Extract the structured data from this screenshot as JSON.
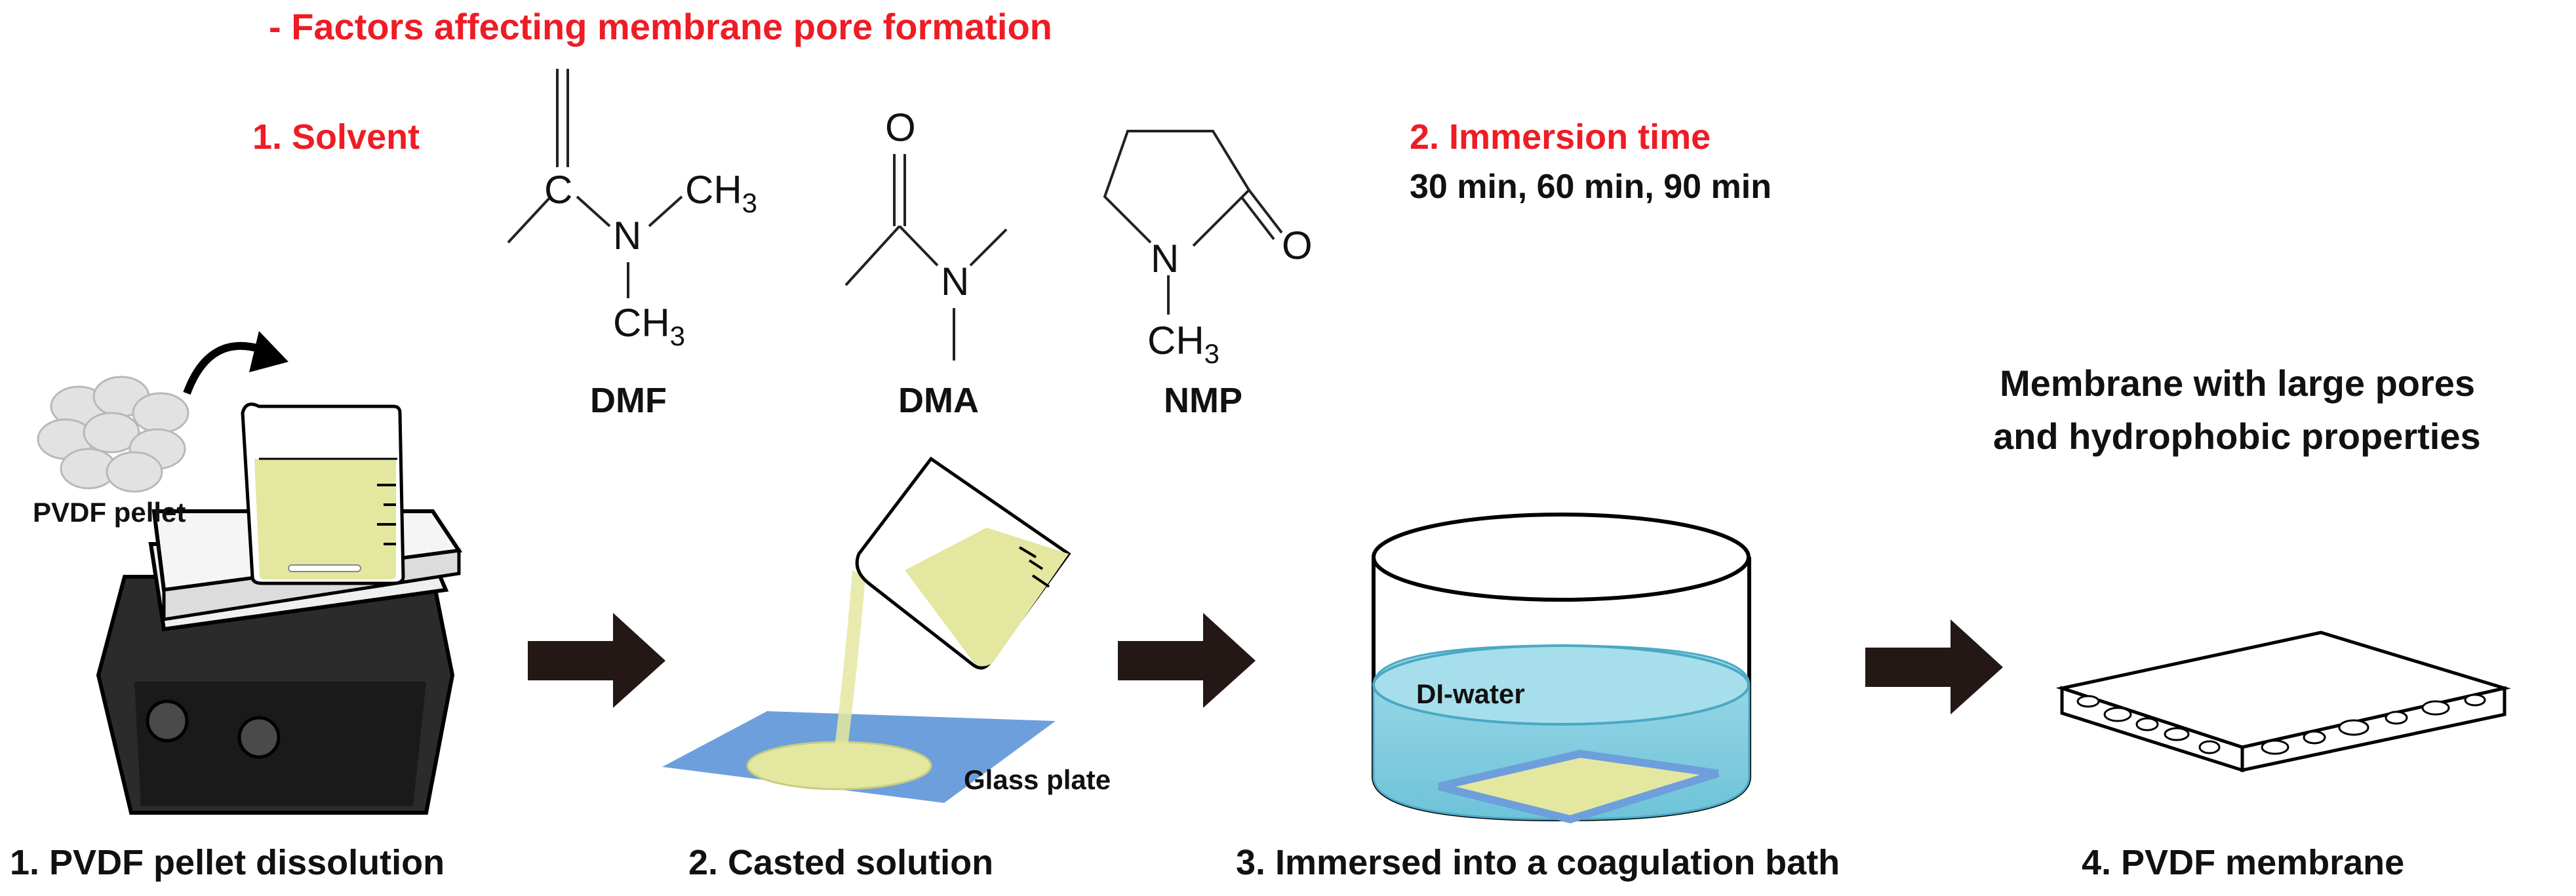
{
  "header": {
    "title": "- Factors affecting membrane pore formation"
  },
  "factors": {
    "solvent_label": "1. Solvent",
    "immersion_label": "2. Immersion time",
    "immersion_values": "30 min, 60 min, 90 min"
  },
  "molecules": {
    "dmf": "DMF",
    "dma": "DMA",
    "nmp": "NMP",
    "atom_c": "C",
    "atom_n": "N",
    "atom_o": "O",
    "group_ch3": "CH",
    "sub_3": "3"
  },
  "labels": {
    "pellet": "PVDF pellet",
    "glass_plate": "Glass plate",
    "di_water": "DI-water",
    "result_line1": "Membrane with large pores",
    "result_line2": "and hydrophobic properties"
  },
  "steps": [
    {
      "label": "1. PVDF pellet dissolution"
    },
    {
      "label": "2. Casted solution"
    },
    {
      "label": "3. Immersed into a coagulation bath"
    },
    {
      "label": "4. PVDF membrane"
    }
  ],
  "colors": {
    "accent_red": "#ee1c25",
    "solution_yellow": "#e4e79f",
    "water_blue": "#8fd3e3",
    "glass_blue": "#6d9fdc",
    "arrow_dark": "#231815"
  }
}
